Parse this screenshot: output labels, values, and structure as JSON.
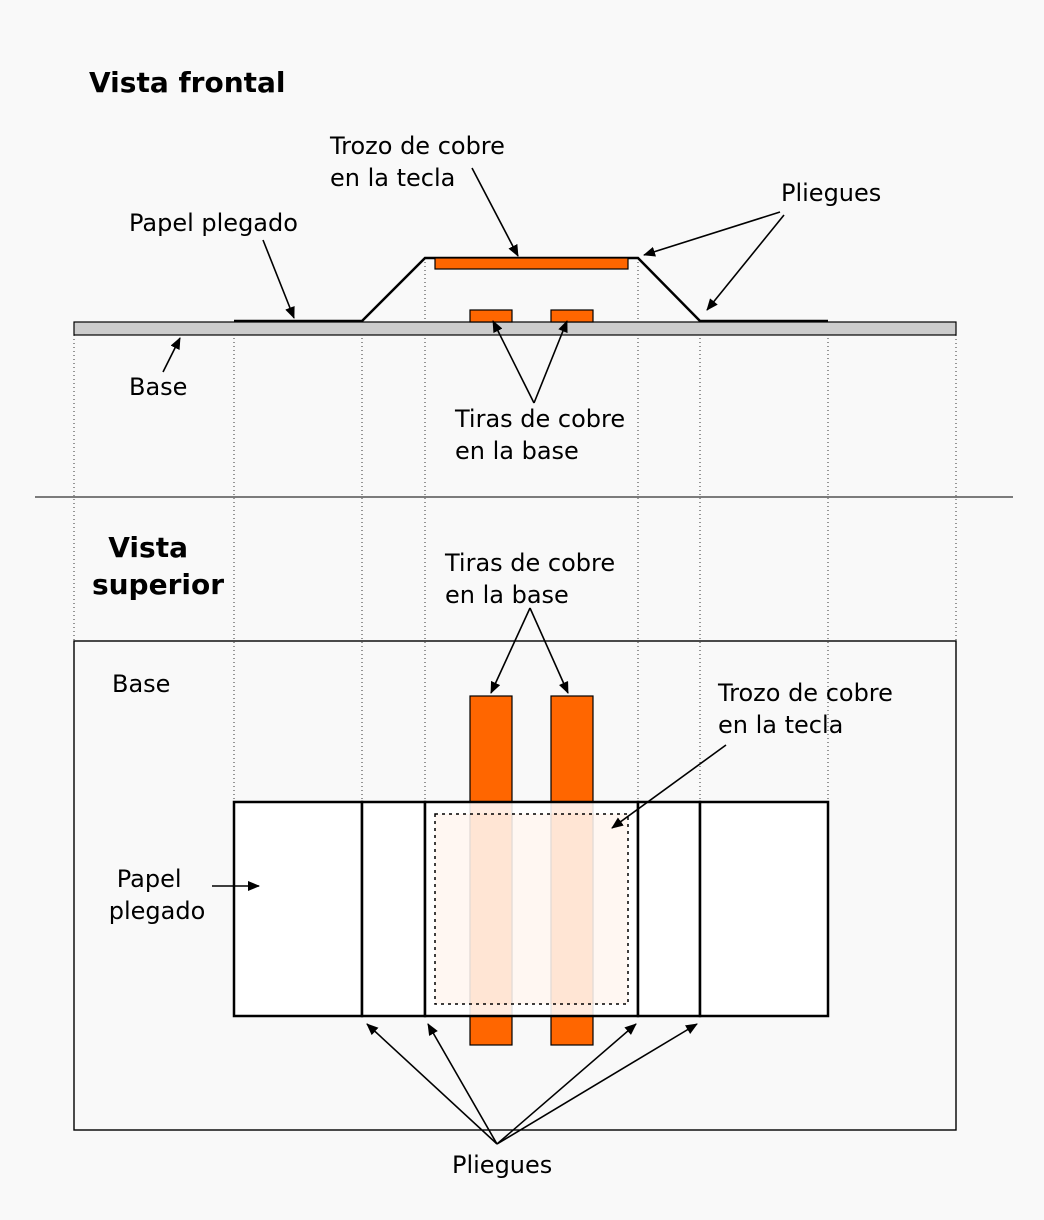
{
  "front": {
    "title": "Vista frontal",
    "copper_key_label": [
      "Trozo de cobre",
      "en la tecla"
    ],
    "folds_label": "Pliegues",
    "paper_label": "Papel plegado",
    "base_label": "Base",
    "strips_label": [
      "Tiras de cobre",
      "en la base"
    ]
  },
  "top": {
    "title": [
      "Vista",
      "superior"
    ],
    "strips_label": [
      "Tiras de cobre",
      "en la base"
    ],
    "base_label": "Base",
    "copper_key_label": [
      "Trozo de cobre",
      "en la tecla"
    ],
    "paper_label": [
      "Papel",
      "plegado"
    ],
    "folds_label": "Pliegues"
  },
  "colors": {
    "copper": "#ff6600",
    "base_fill": "#cccccc",
    "background": "#f9f9f9"
  }
}
